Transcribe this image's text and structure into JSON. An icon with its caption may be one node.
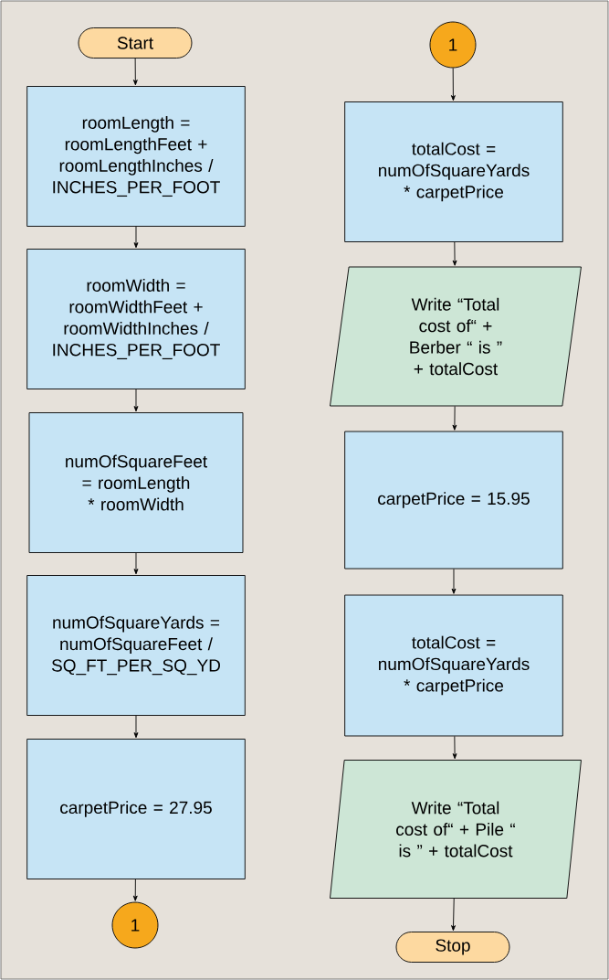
{
  "diagram": {
    "nodes": [
      {
        "text": [
          "Start"
        ]
      },
      {
        "text": [
          "roomLength = roomLengthFeet + roomLengthInches / INCHES_PER_FOOT"
        ]
      },
      {
        "text": [
          "roomWidth = roomWidthFeet + roomWidthInches / INCHES_PER_FOOT"
        ]
      },
      {
        "text": [
          "numOfSquareFeet = roomLength * roomWidth"
        ]
      },
      {
        "text": [
          "numOfSquareYards = numOfSquareFeet / SQ_FT_PER_SQ_YD"
        ]
      },
      {
        "text": [
          "carpetPrice = 27.95"
        ]
      },
      {
        "text": [
          "1"
        ]
      },
      {
        "text": [
          "1"
        ]
      },
      {
        "text": [
          "totalCost = numOfSquareYards * carpetPrice"
        ]
      },
      {
        "text": [
          "Write “Total cost of“ + Berber “ is ” + totalCost"
        ]
      },
      {
        "text": [
          "carpetPrice = 15.95"
        ]
      },
      {
        "text": [
          "totalCost = numOfSquareYards * carpetPrice"
        ]
      },
      {
        "text": [
          "Write “Total cost of“ + Pile “ is ” + totalCost"
        ]
      },
      {
        "text": [
          "Stop"
        ]
      }
    ],
    "edges": [
      {
        "from": 0,
        "to": 1,
        "arrow": "to"
      },
      {
        "from": 1,
        "to": 2,
        "arrow": "to"
      },
      {
        "from": 2,
        "to": 3,
        "arrow": "to"
      },
      {
        "from": 3,
        "to": 4,
        "arrow": "to"
      },
      {
        "from": 4,
        "to": 5,
        "arrow": "to"
      },
      {
        "from": 5,
        "to": 6,
        "arrow": "to"
      },
      {
        "from": 7,
        "to": 8,
        "arrow": "to"
      },
      {
        "from": 8,
        "to": 9,
        "arrow": "to"
      },
      {
        "from": 9,
        "to": 10,
        "arrow": "to"
      },
      {
        "from": 10,
        "to": 11,
        "arrow": "to"
      },
      {
        "from": 11,
        "to": 12,
        "arrow": "to"
      },
      {
        "from": 12,
        "to": 13,
        "arrow": "to"
      }
    ]
  }
}
